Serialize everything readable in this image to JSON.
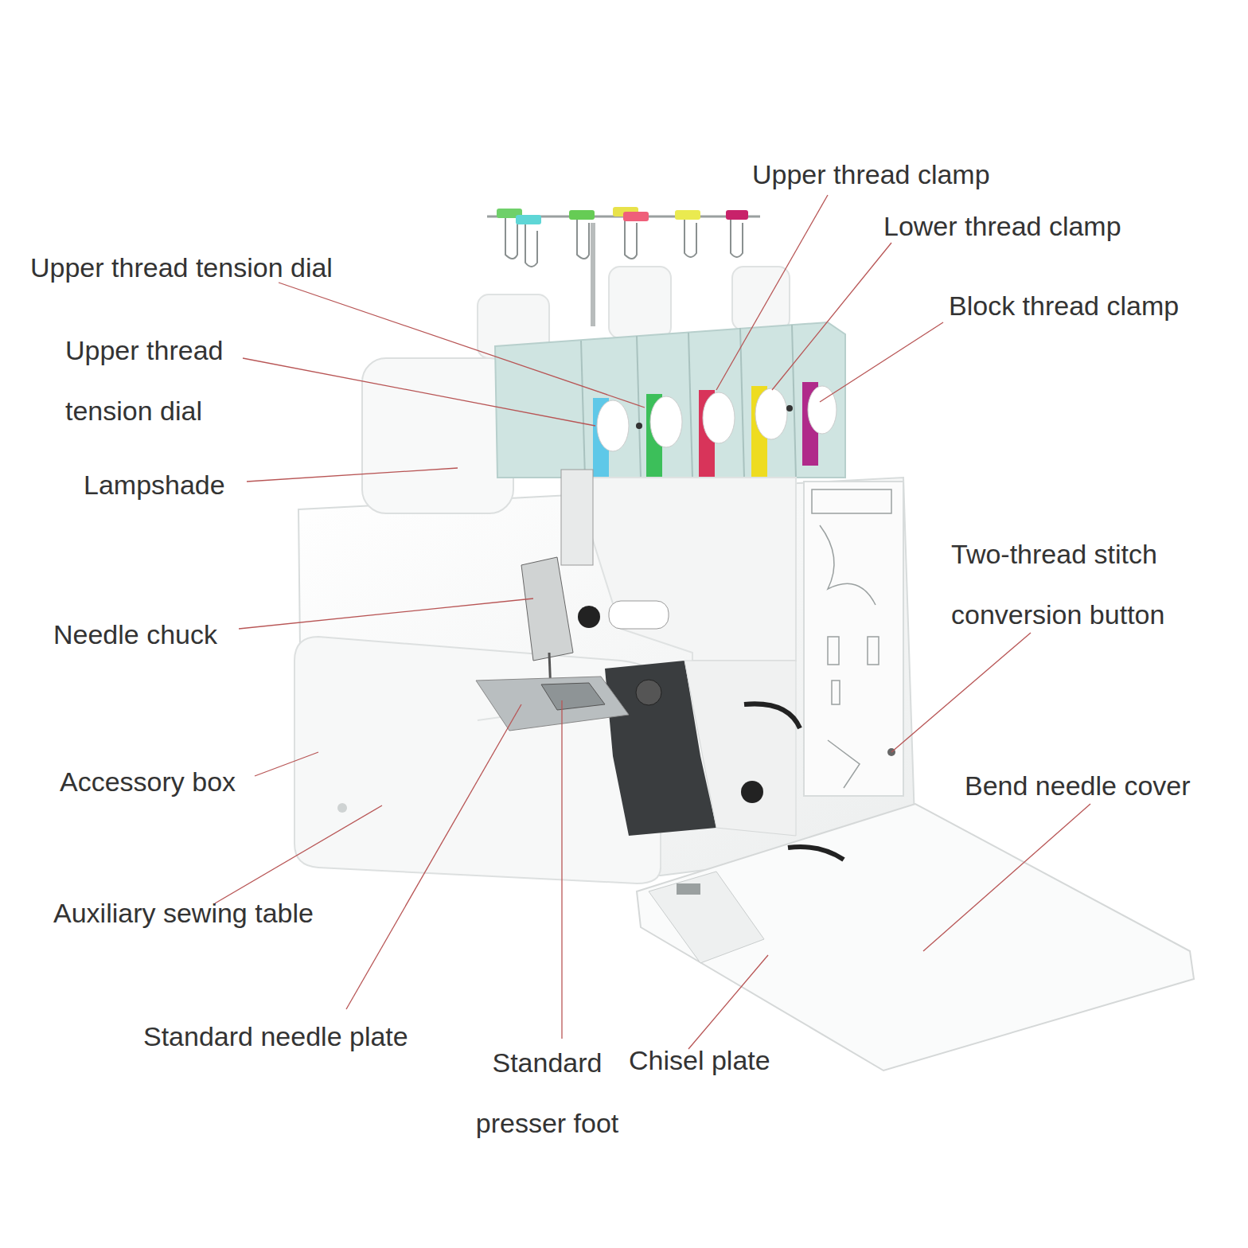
{
  "diagram": {
    "labels": [
      "Upper thread clamp",
      "Lower thread clamp",
      "Upper thread tension dial",
      "Block thread clamp",
      "Upper thread tension dial",
      "Lampshade",
      "Two-thread stitch conversion button",
      "Needle chuck",
      "Bend needle cover",
      "Accessory box",
      "Auxiliary sewing table",
      "Standard needle plate",
      "Standard presser foot",
      "Chisel plate"
    ]
  }
}
